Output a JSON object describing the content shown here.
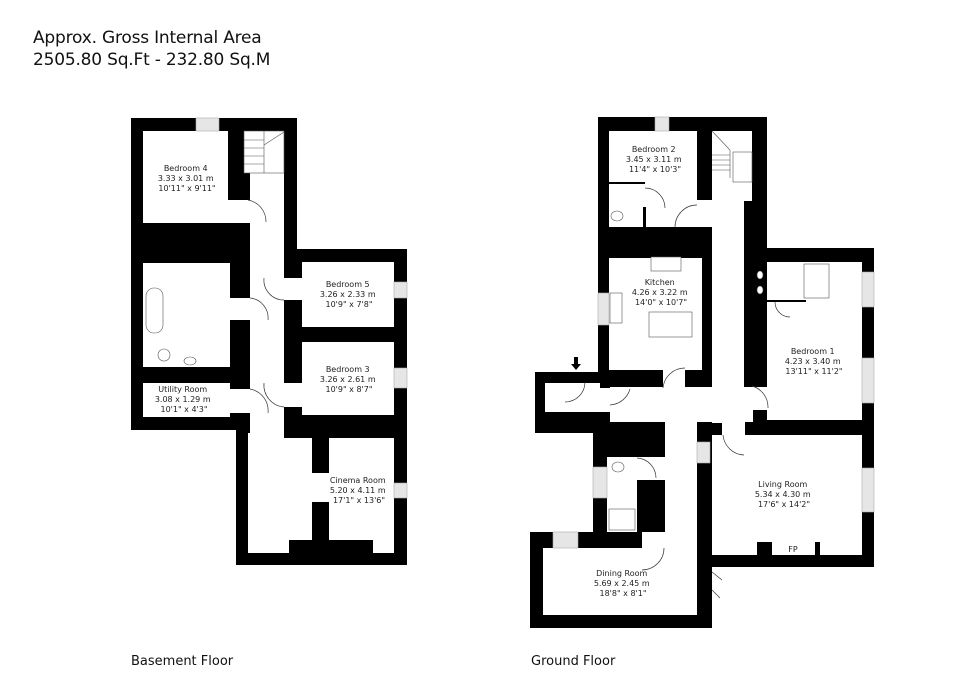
{
  "header": {
    "title": "Approx. Gross Internal Area",
    "area": "2505.80 Sq.Ft - 232.80 Sq.M"
  },
  "floors": {
    "basement": {
      "label": "Basement Floor",
      "rooms": {
        "bedroom4": {
          "name": "Bedroom 4",
          "metric": "3.33 x 3.01 m",
          "imperial": "10'11\" x 9'11\""
        },
        "bedroom5": {
          "name": "Bedroom 5",
          "metric": "3.26 x 2.33 m",
          "imperial": "10'9\" x 7'8\""
        },
        "bedroom3": {
          "name": "Bedroom 3",
          "metric": "3.26 x 2.61 m",
          "imperial": "10'9\" x 8'7\""
        },
        "utility": {
          "name": "Utility Room",
          "metric": "3.08 x 1.29 m",
          "imperial": "10'1\" x 4'3\""
        },
        "cinema": {
          "name": "Cinema Room",
          "metric": "5.20 x 4.11 m",
          "imperial": "17'1\" x 13'6\""
        }
      }
    },
    "ground": {
      "label": "Ground Floor",
      "rooms": {
        "bedroom2": {
          "name": "Bedroom 2",
          "metric": "3.45 x 3.11 m",
          "imperial": "11'4\" x 10'3\""
        },
        "kitchen": {
          "name": "Kitchen",
          "metric": "4.26 x 3.22 m",
          "imperial": "14'0\" x 10'7\""
        },
        "bedroom1": {
          "name": "Bedroom 1",
          "metric": "4.23 x 3.40 m",
          "imperial": "13'11\" x 11'2\""
        },
        "living": {
          "name": "Living Room",
          "metric": "5.34 x 4.30 m",
          "imperial": "17'6\" x 14'2\""
        },
        "dining": {
          "name": "Dining Room",
          "metric": "5.69 x 2.45 m",
          "imperial": "18'8\" x 8'1\""
        }
      },
      "fireplace_label": "FP"
    }
  }
}
